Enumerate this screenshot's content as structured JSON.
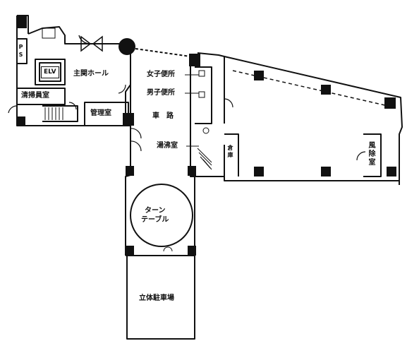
{
  "rooms": {
    "elv": "ELV",
    "ps": "PS",
    "entrance_hall": "主関ホール",
    "cleaning_staff_room": "清掃員室",
    "management_room": "管理室",
    "womens_toilet": "女子便所",
    "mens_toilet": "男子便所",
    "driveway": "車　路",
    "kitchenette": "湯沸室",
    "storage": "倉庫",
    "windbreak_room": "風除室",
    "turntable": "ターン\nテーブル",
    "parking_structure": "立体駐車場"
  },
  "colors": {
    "line": "#111111",
    "column": "#111111",
    "background": "#ffffff"
  }
}
